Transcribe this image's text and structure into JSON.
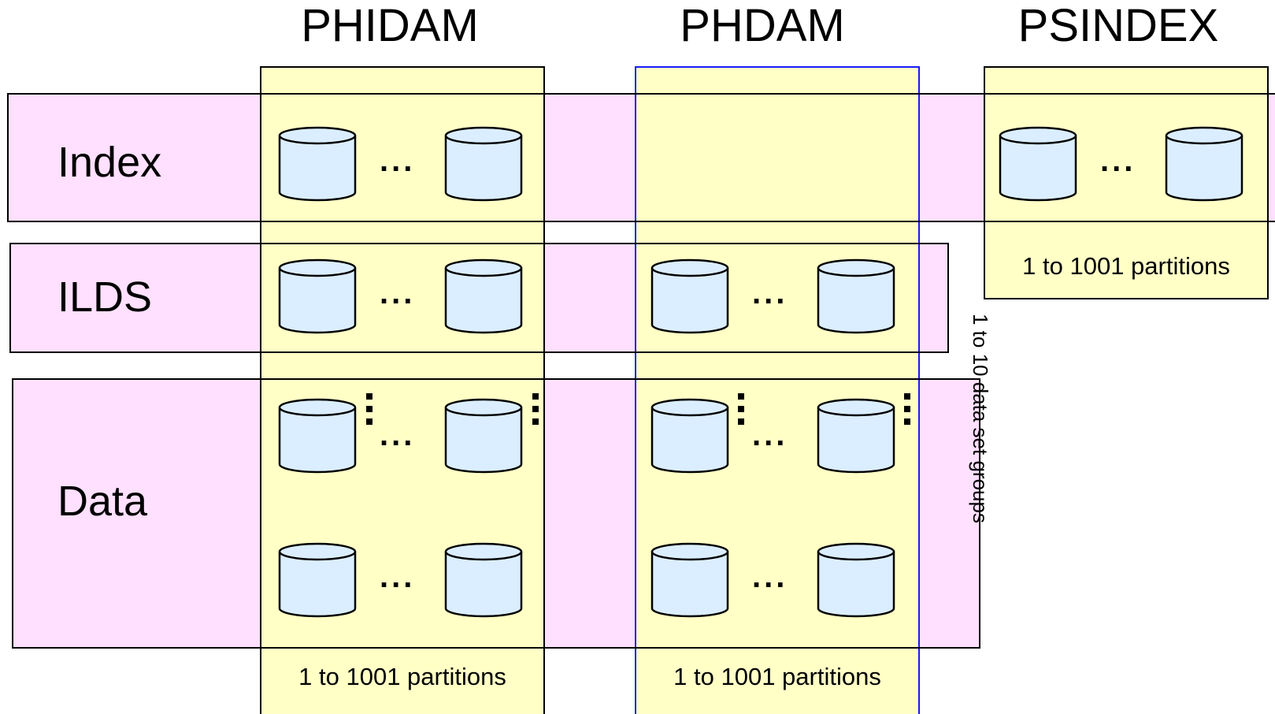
{
  "columns": [
    {
      "name": "PHIDAM",
      "caption": "1 to 1001 partitions"
    },
    {
      "name": "PHDAM",
      "caption": "1 to 1001 partitions"
    },
    {
      "name": "PSINDEX",
      "caption": "1 to 1001 partitions"
    }
  ],
  "rows": [
    {
      "name": "Index"
    },
    {
      "name": "ILDS"
    },
    {
      "name": "Data"
    }
  ],
  "data_set_groups_label": "1 to 10 data set groups",
  "ellipsis": "...",
  "colors": {
    "row_band_fill": "#ffe0ff",
    "column_band_fill": "#ffffc6",
    "phdam_border": "#1a1aff",
    "cylinder_fill": "#dbeeff",
    "outline": "#000000"
  },
  "icons": {
    "cylinder": "data-set-cylinder-icon",
    "horizontal_ellipsis": "horizontal-ellipsis-icon",
    "vertical_ellipsis": "vertical-ellipsis-icon"
  }
}
